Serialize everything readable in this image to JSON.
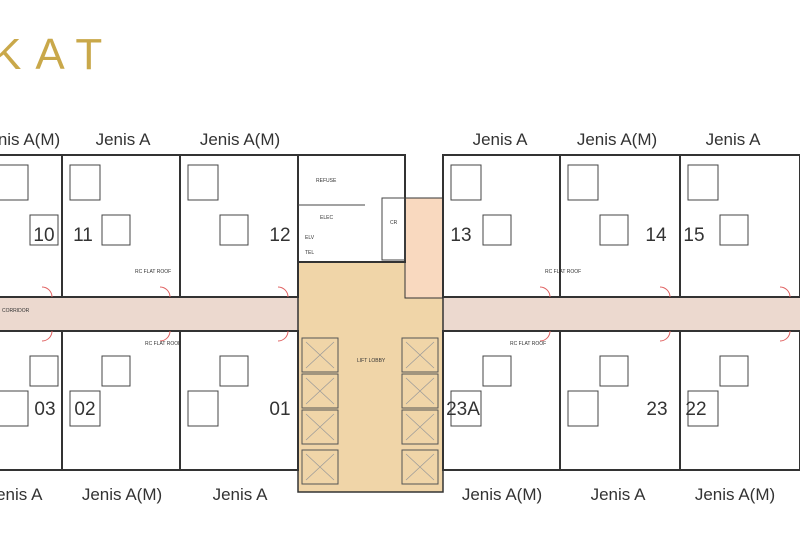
{
  "logo_text": "KAT",
  "colors": {
    "gold": "#c9a84a",
    "corridor": "#ecd9cf",
    "lobby": "#f0d5a8",
    "stair": "#f9d9bf"
  },
  "top_unit_types": [
    "Jenis A(M)",
    "Jenis A",
    "Jenis A(M)",
    "Jenis A",
    "Jenis A(M)",
    "Jenis A"
  ],
  "bottom_unit_types": [
    "Jenis A",
    "Jenis A(M)",
    "Jenis A",
    "Jenis A(M)",
    "Jenis A",
    "Jenis A(M)"
  ],
  "top_unit_numbers": [
    "10",
    "11",
    "12",
    "13",
    "14",
    "15"
  ],
  "bottom_unit_numbers": [
    "03",
    "02",
    "01",
    "23A",
    "23",
    "22"
  ],
  "rooms": {
    "refuse": "REFUSE",
    "elec": "ELEC",
    "cr": "CR",
    "elv": "ELV",
    "tel": "TEL",
    "lift_lobby": "LIFT LOBBY",
    "corridor": "CORRIDOR",
    "rc_flat_roof": "RC FLAT ROOF"
  }
}
